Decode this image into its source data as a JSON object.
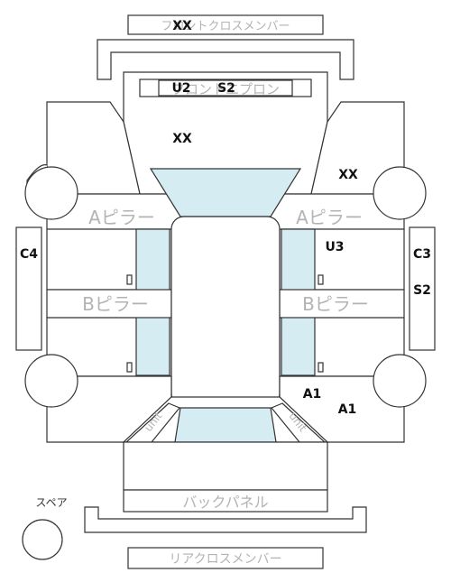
{
  "parts": {
    "front_cross_member": "フロントクロスメンバー",
    "front_apron": "フロントエプロン",
    "a_pillar_left": "Aピラー",
    "a_pillar_right": "Aピラー",
    "b_pillar_left": "Bピラー",
    "b_pillar_right": "Bピラー",
    "back_panel": "バックパネル",
    "rear_cross_member": "リアクロスメンバー",
    "spare": "スペア",
    "unit_left": "unit",
    "unit_right": "unit"
  },
  "marks": {
    "front_cross_member": "XX",
    "front_apron_left": "U2",
    "front_apron_right": "S2",
    "hood": "XX",
    "right_fender": "XX",
    "right_front_door": "U3",
    "left_side": "C4",
    "right_side_top": "C3",
    "right_side_bottom": "S2",
    "right_rear_door": "A1",
    "right_rear_wheel": "A1"
  },
  "colors": {
    "glass": "#d6ecf3",
    "line": "#333333",
    "label_gray": "#b3b3b3"
  }
}
